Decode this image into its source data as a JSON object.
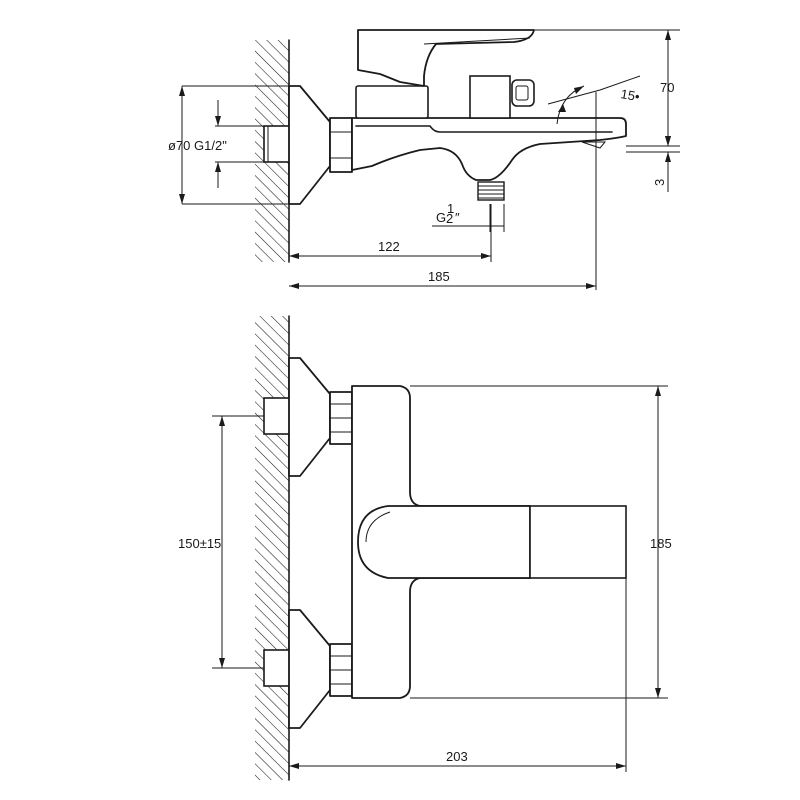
{
  "diagram": {
    "side_view": {
      "label_flange": "ø70 G1/2\"",
      "label_outlet_thread": "G",
      "label_outlet_frac_num": "1",
      "label_outlet_frac_den": "2",
      "label_outlet_inch": "″",
      "dim_width_to_outlet": "122",
      "dim_total_depth": "185",
      "dim_height": "70",
      "dim_spout_offset": "3",
      "dim_angle": "15•"
    },
    "front_view": {
      "dim_center_spacing": "150±15",
      "dim_height": "185",
      "dim_total_width": "203"
    }
  },
  "colors": {
    "line": "#1a1a1a",
    "hatch": "#1a1a1a",
    "background": "#ffffff"
  }
}
